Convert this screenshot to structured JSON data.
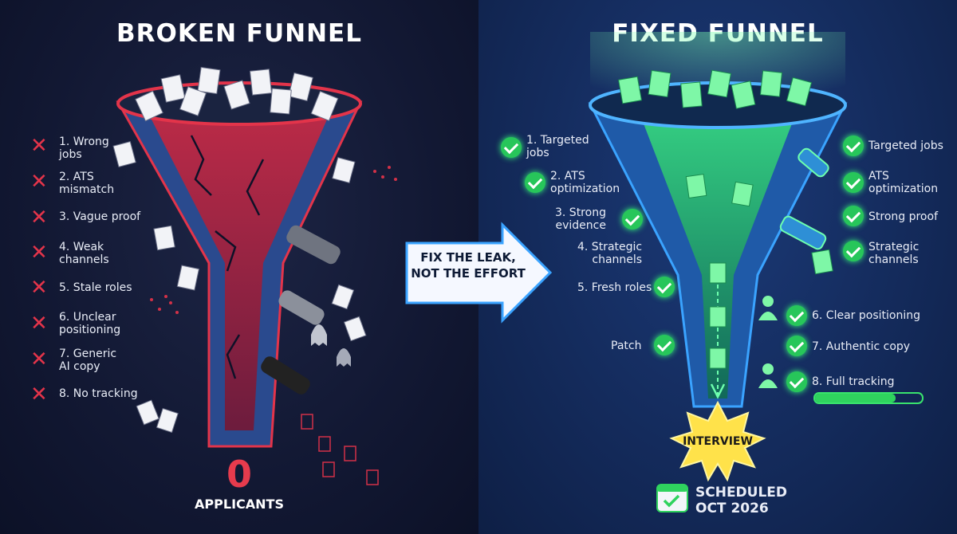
{
  "left": {
    "title": "BROKEN FUNNEL",
    "problems": [
      "1. Wrong\njobs",
      "2. ATS\nmismatch",
      "3. Vague proof",
      "4. Weak\nchannels",
      "5. Stale roles",
      "6. Unclear\npositioning",
      "7. Generic\nAI copy",
      "8. No tracking"
    ],
    "result_count": "0",
    "result_label": "APPLICANTS"
  },
  "center": {
    "arrow_text": "FIX THE LEAK,\nNOT THE EFFORT"
  },
  "right": {
    "title": "FIXED FUNNEL",
    "left_fixes": [
      "1. Targeted\njobs",
      "2. ATS\noptimization",
      "3. Strong\nevidence",
      "4. Strategic\nchannels",
      "5. Fresh roles",
      "Patch"
    ],
    "right_fixes": [
      "Targeted jobs",
      "ATS\noptimization",
      "Strong proof",
      "Strategic\nchannels",
      "6. Clear positioning",
      "7. Authentic copy",
      "8. Full tracking"
    ],
    "tracking_progress": 0.75,
    "outcome_badge": "INTERVIEW",
    "scheduled": "SCHEDULED\nOCT 2026"
  },
  "colors": {
    "broken_red": "#e3344a",
    "fixed_green": "#2fd35e",
    "fixed_blue": "#3aa3ff"
  }
}
